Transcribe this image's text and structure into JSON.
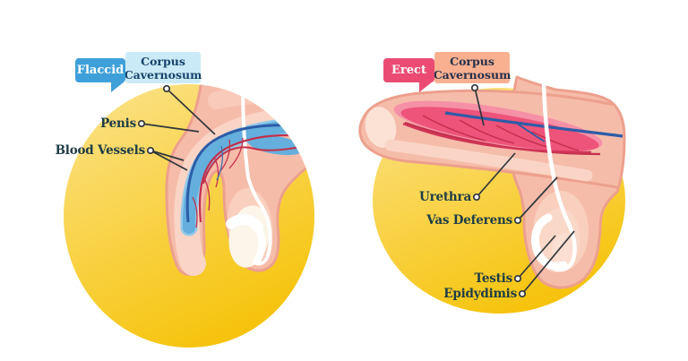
{
  "panels": {
    "left": {
      "state_badge": "Flaccid",
      "corpus_badge": {
        "line1": "Corpus",
        "line2": "Cavernosum"
      },
      "labels": {
        "penis": "Penis",
        "blood_vessels": "Blood Vessels"
      }
    },
    "right": {
      "state_badge": "Erect",
      "corpus_badge": {
        "line1": "Corpus",
        "line2": "Cavernosum"
      },
      "labels": {
        "urethra": "Urethra",
        "vas_deferens": "Vas Deferens",
        "testis": "Testis",
        "epididymis": "Epidydimis"
      }
    }
  },
  "colors": {
    "background": "#FFFFFF",
    "circleYellowLight": "#FBE186",
    "circleYellowMid": "#F9D44D",
    "circleYellowDeep": "#F6C30B",
    "flaccidBadge": "#3FA0D9",
    "erectBadge": "#EB4B72",
    "corpusBadgeLeft": "#CBEAF7",
    "corpusBadgeLeftText": "#16436B",
    "corpusBadgeRight": "#F8B091",
    "corpusBadgeRightText": "#253049",
    "badgeText": "#FFFFFF",
    "labelText": "#1C3C47",
    "connector": "#30373B",
    "skinBase": "#F6BCAA",
    "skinEdge": "#ECA08D",
    "skinLight": "#FAD5C5",
    "corpusFlaccid": "#64AFDD",
    "corpusFlaccidLight": "#92C9EA",
    "corpusErect": "#EE537A",
    "corpusErectRim": "#F590A6",
    "veinBlue": "#2D5CA7",
    "vesselRed": "#C22F4B",
    "ductWhite": "#FFFFFF",
    "testisCream": "#FCF5EA"
  }
}
